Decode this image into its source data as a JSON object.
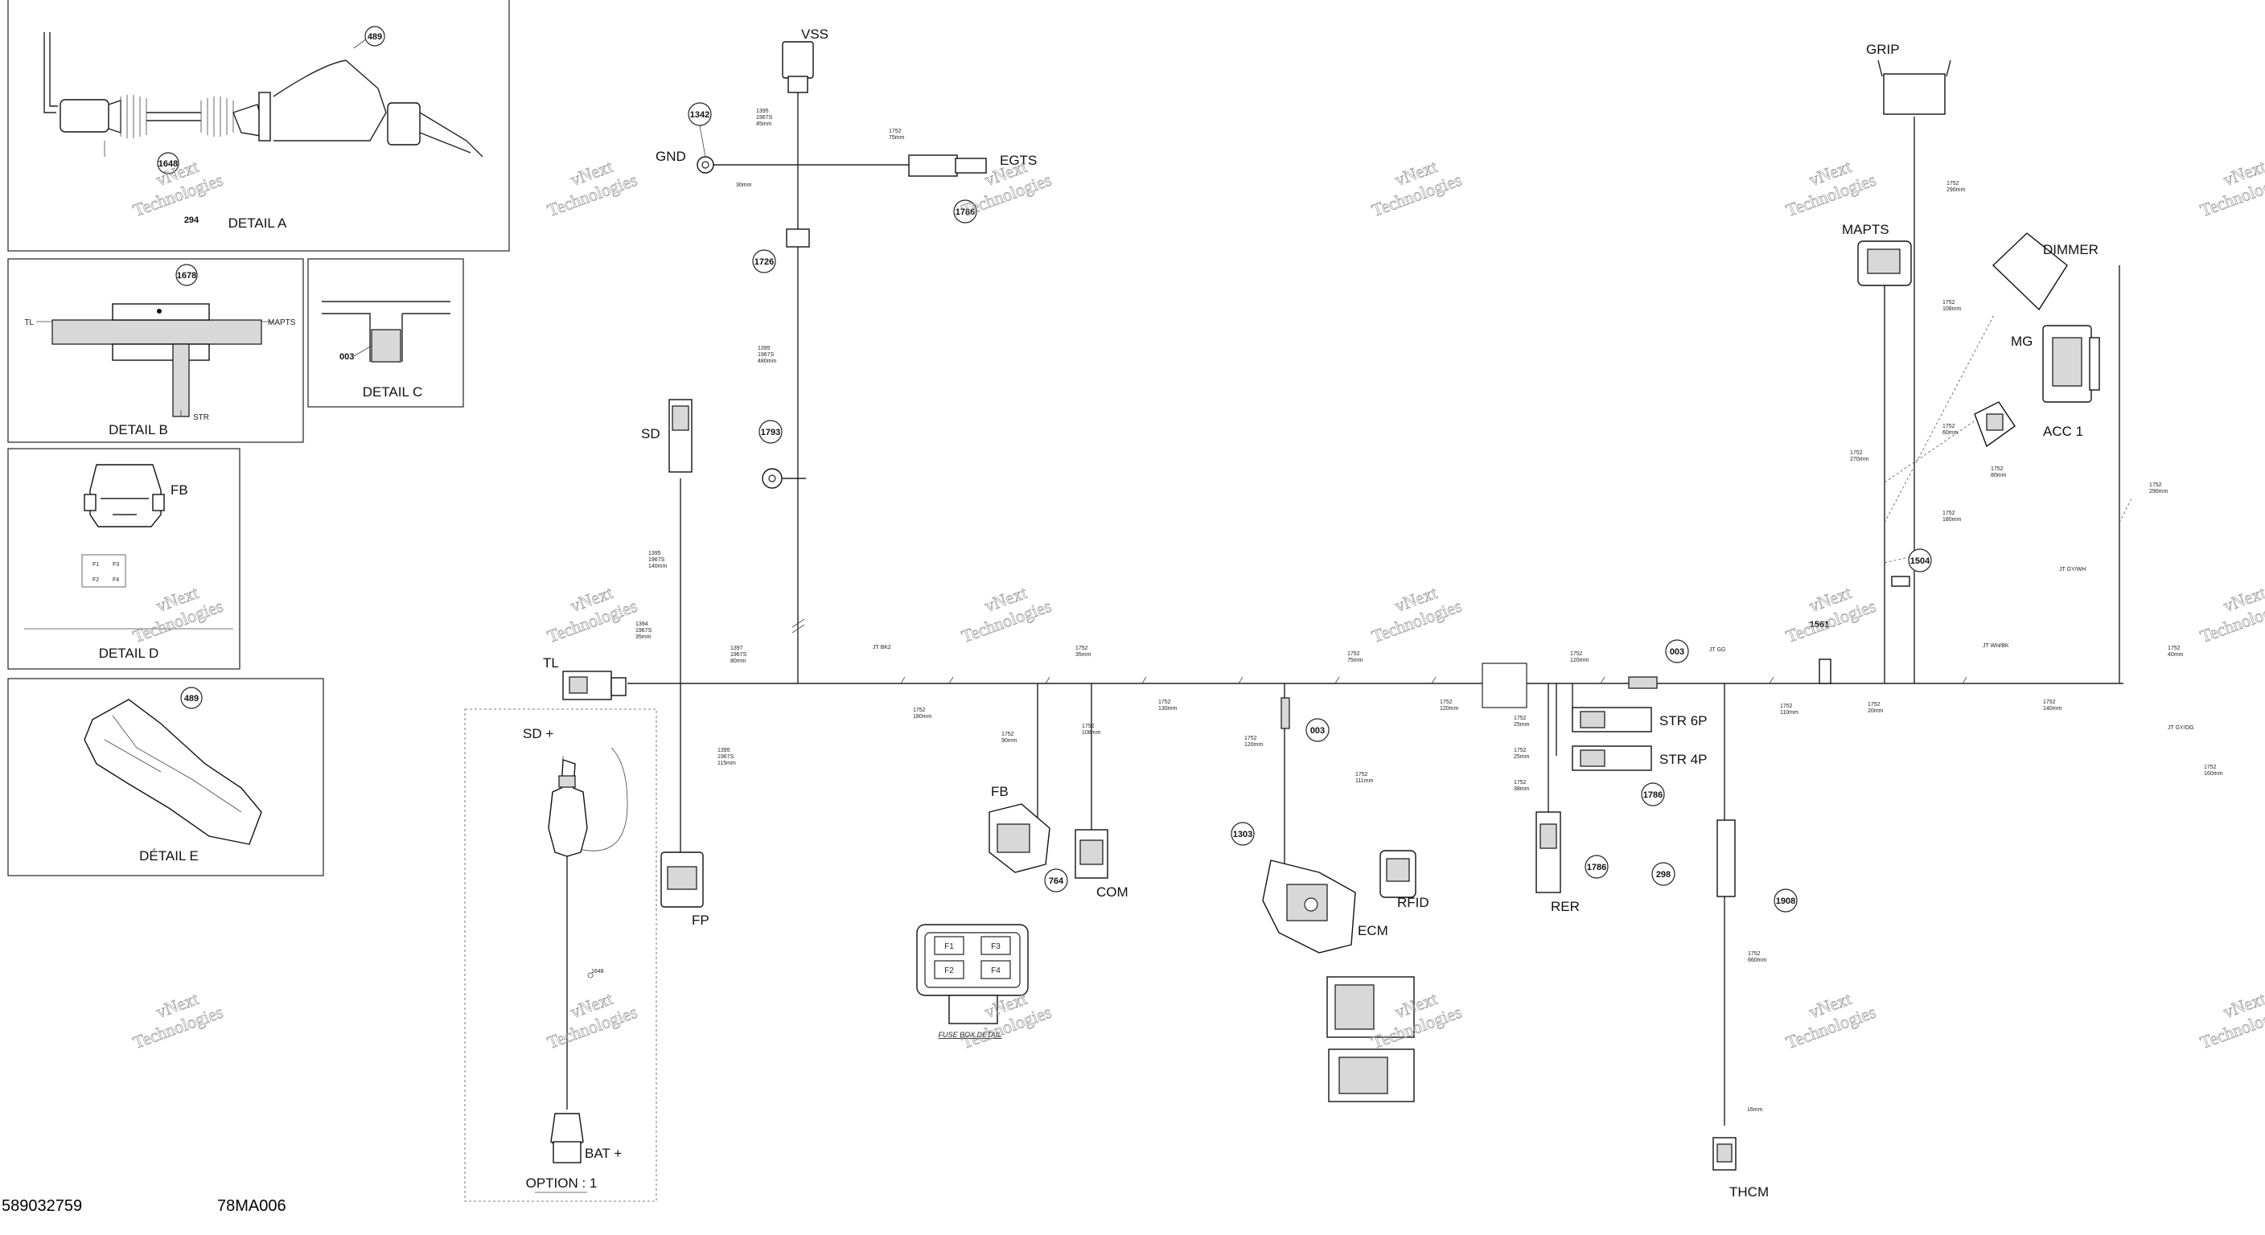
{
  "details": {
    "a": {
      "title": "DETAIL A",
      "callouts": [
        "489",
        "1648",
        "294"
      ]
    },
    "b": {
      "title": "DETAIL B",
      "callout": "1678",
      "left": "TL",
      "right": "MAPTS",
      "bottom": "STR"
    },
    "c": {
      "title": "DETAIL C",
      "callout": "003"
    },
    "d": {
      "title": "DETAIL D",
      "label": "FB",
      "fuses": [
        "F1",
        "F3",
        "F2",
        "F4"
      ]
    },
    "e": {
      "title": "DÉTAIL E",
      "callout": "489"
    }
  },
  "connectors": {
    "vss": "VSS",
    "gnd": "GND",
    "egts": "EGTS",
    "sd": "SD",
    "tl": "TL",
    "sd_plus": "SD +",
    "bat_plus": "BAT +",
    "option": "OPTION : 1",
    "fp": "FP",
    "fb": "FB",
    "com": "COM",
    "ecm": "ECM",
    "rfid": "RFID",
    "str6p": "STR 6P",
    "str4p": "STR 4P",
    "rer": "RER",
    "thcm": "THCM",
    "grip": "GRIP",
    "mapts": "MAPTS",
    "dimmer": "DIMMER",
    "mg": "MG",
    "acc1": "ACC 1"
  },
  "callouts": {
    "c1342": "1342",
    "c1726": "1726",
    "c1786a": "1786",
    "c1793": "1793",
    "c764": "764",
    "c1303": "1303",
    "c003a": "003",
    "c003b": "003",
    "c1786b": "1786",
    "c1786c": "1786",
    "c298": "298",
    "c1908": "1908",
    "c1504": "1504",
    "c1561": "1561"
  },
  "fuse_box": {
    "fuses": [
      "F1",
      "F3",
      "F2",
      "F4"
    ],
    "caption": "FUSE BOX DETAIL"
  },
  "wire_notes": [
    "1395\n1967S\n45mm",
    "1752\n75mm",
    "30mm",
    "1395\n1967S\n480mm",
    "1395\n1967S\n140mm",
    "1394\n1967S\n35mm",
    "1397\n1967S\n80mm",
    "1395\n1967S\n115mm",
    "1648",
    "JT BK2",
    "1752\n180mm",
    "1752\n90mm",
    "1752\n35mm",
    "1752\n108mm",
    "1752\n130mm",
    "1752\n120mm",
    "1752\n75mm",
    "1752\n111mm",
    "1752\n120mm",
    "1752\n120mm",
    "1752\n25mm",
    "1752\n25mm",
    "1752\n38mm",
    "JT GG",
    "1752\n110mm",
    "1752\n20mm",
    "1752\n140mm",
    "JT WH/BK",
    "1752\n40mm",
    "1752\n160mm",
    "1752\n660mm",
    "1752\n290mm",
    "1752\n108mm",
    "1752\n60mm",
    "1752\n270mm",
    "1752\n80mm",
    "1752\n180mm",
    "JT GY/WH",
    "1752\n290mm",
    "JT GY/OG",
    "16mm"
  ],
  "watermark": [
    "vNext",
    "Technologies"
  ],
  "footer": {
    "left": "589032759",
    "right": "78MA006"
  }
}
